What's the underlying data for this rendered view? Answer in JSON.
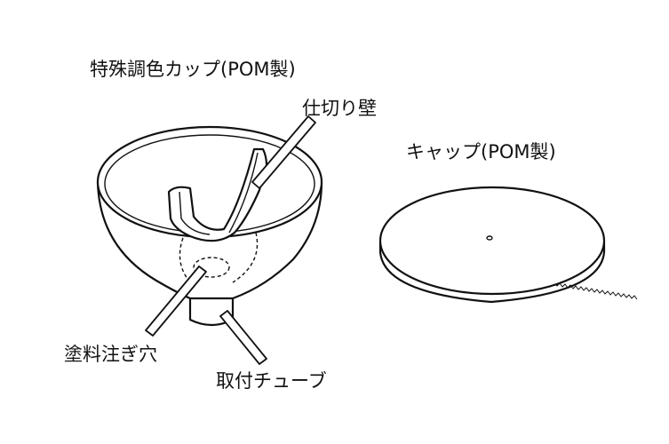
{
  "labels": {
    "cup": "特殊調色カップ(POM製)",
    "partition": "仕切り壁",
    "cap": "キャップ(POM製)",
    "paint_hole": "塗料注ぎ穴",
    "tube": "取付チューブ"
  },
  "colors": {
    "line": "#111111",
    "background": "#ffffff"
  }
}
